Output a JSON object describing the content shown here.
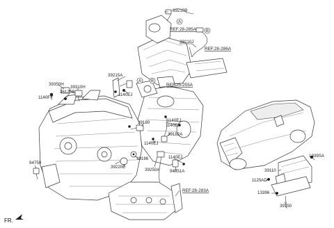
{
  "labels": {
    "l39210B": "39210B",
    "l39210J": "39210J",
    "l39215A": "39215A",
    "l1140EJ_a": "1140EJ",
    "l39350H": "39350H",
    "l39310H": "39310H",
    "l36125B": "36125B",
    "l1140FY": "1140FY",
    "l39180": "39180",
    "l1140EJ_b": "1140EJ",
    "l1140EJ_c": "1140EJ",
    "l39182A": "39182A",
    "l1140EJ_d": "1140EJ",
    "l1140EJ_e": "1140EJ",
    "l39220E": "39220E",
    "l39186": "39186",
    "l39250A": "39250A",
    "l94751A": "94751A",
    "l94750": "94750",
    "l1339SA": "1339SA",
    "l39110": "39110",
    "l1125AD": "1125AD",
    "l13396": "13396",
    "l39150": "39150"
  },
  "refs": {
    "ref_28_285A": "REF.28-285A",
    "ref_28_286A": "REF.28-286A",
    "ref_25_255A": "REF.25-255A",
    "ref_28_283A": "REF.28-283A"
  },
  "circles": {
    "A1": "A",
    "B1": "B",
    "A2": "A",
    "B2": "B"
  },
  "fr": "FR."
}
